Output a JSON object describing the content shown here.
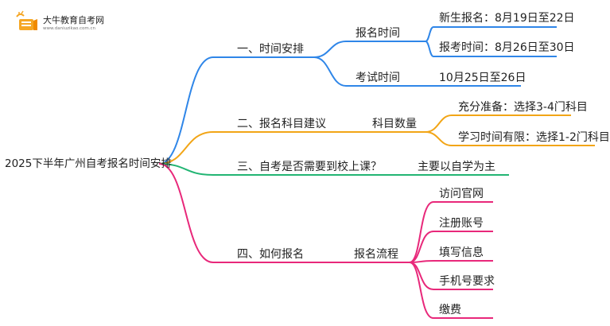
{
  "brand": {
    "name": "大牛教育自考网",
    "url": "www.daniuzikao.com.cn"
  },
  "root": "2025下半年广州自考报名时间安排",
  "colors": {
    "blue": "#2f86e8",
    "orange": "#f2a516",
    "green": "#22b573",
    "pink": "#e8287a",
    "logo_orange": "#f5a623"
  },
  "branches": {
    "b1": {
      "label": "一、时间安排",
      "sub1": "报名时间",
      "sub1_leaf1": "新生报名：8月19日至22日",
      "sub1_leaf2": "报考时间：8月26日至30日",
      "sub2": "考试时间",
      "sub2_leaf1": "10月25日至26日"
    },
    "b2": {
      "label": "二、报名科目建议",
      "sub1": "科目数量",
      "sub1_leaf1": "充分准备：选择3-4门科目",
      "sub1_leaf2": "学习时间有限：选择1-2门科目"
    },
    "b3": {
      "label": "三、自考是否需要到校上课？",
      "sub1": "主要以自学为主"
    },
    "b4": {
      "label": "四、如何报名",
      "sub1": "报名流程",
      "leaves": [
        "访问官网",
        "注册账号",
        "填写信息",
        "手机号要求",
        "缴费"
      ]
    }
  }
}
